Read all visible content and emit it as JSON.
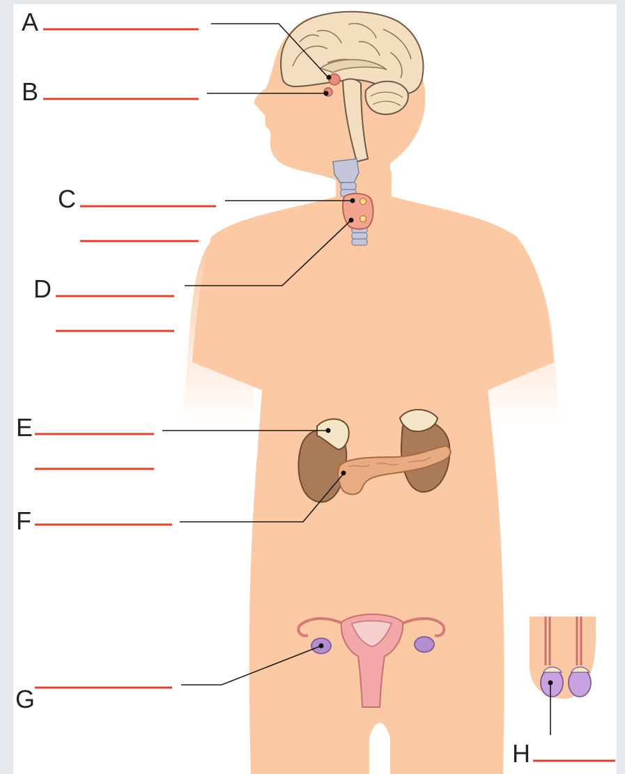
{
  "figure": {
    "labels": [
      "A",
      "B",
      "C",
      "D",
      "E",
      "F",
      "G",
      "H"
    ]
  },
  "colors": {
    "background": "#e5e9eb",
    "body": "#fbc9a4",
    "blank_line": "#d9452b",
    "leader_line": "#1a1a1a",
    "brain": "#f3dfc0",
    "kidney": "#a97b58",
    "pancreas": "#e8ab82",
    "ovary": "#b48fcf",
    "uterus": "#f2a7a8"
  },
  "icons": {
    "brain": "brain-icon",
    "thyroid": "thyroid-icon",
    "kidneys": "kidney-icon",
    "pancreas": "pancreas-icon",
    "uterus": "uterus-icon",
    "testes": "testes-icon"
  }
}
